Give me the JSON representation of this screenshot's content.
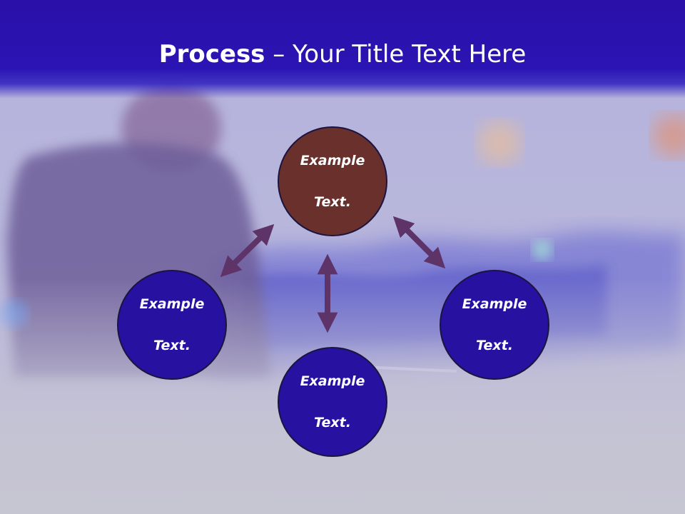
{
  "title": {
    "bold": "Process",
    "rest": " – Your Title Text Here"
  },
  "nodes": {
    "top": {
      "line1": "Example",
      "line2": "Text."
    },
    "left": {
      "line1": "Example",
      "line2": "Text."
    },
    "right": {
      "line1": "Example",
      "line2": "Text."
    },
    "bottom": {
      "line1": "Example",
      "line2": "Text."
    }
  },
  "colors": {
    "title_bar": "#2a10a8",
    "top_node": "#6a302c",
    "other_nodes": "#2611a0",
    "arrow": "#5e3468"
  }
}
